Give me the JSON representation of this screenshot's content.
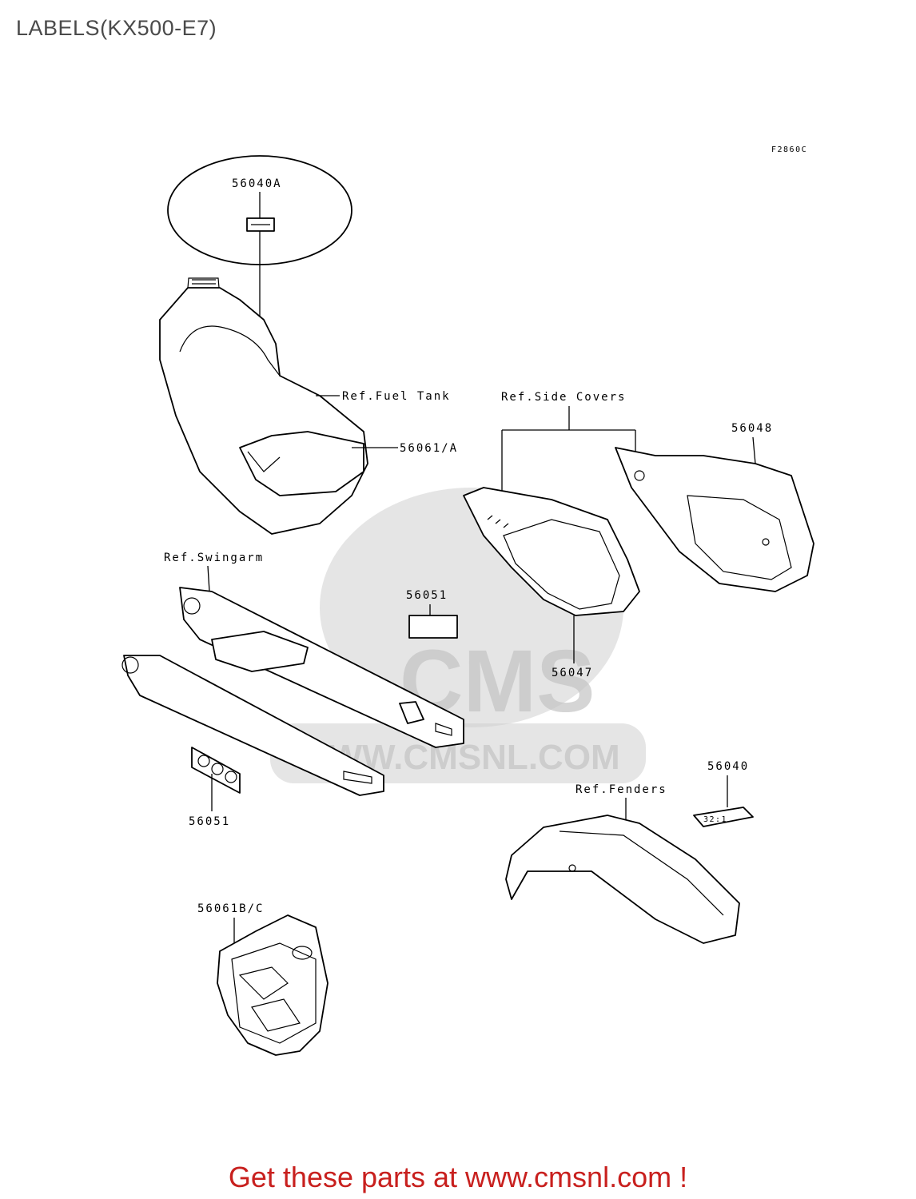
{
  "title": "LABELS(KX500-E7)",
  "figure_code": "F2860C",
  "watermark": {
    "logo_text": "CMS",
    "url_text": "WWW.CMSNL.COM"
  },
  "callouts": {
    "p56040A": "56040A",
    "fuel_tank": "Ref.Fuel Tank",
    "p56061A": "56061/A",
    "side_covers": "Ref.Side Covers",
    "p56048": "56048",
    "swingarm": "Ref.Swingarm",
    "p56051_top": "56051",
    "p56047": "56047",
    "p56051_bottom": "56051",
    "p56040": "56040",
    "fenders": "Ref.Fenders",
    "p56061BC": "56061B/C",
    "label_value": "32:1"
  },
  "footer": "Get these parts at www.cmsnl.com !"
}
